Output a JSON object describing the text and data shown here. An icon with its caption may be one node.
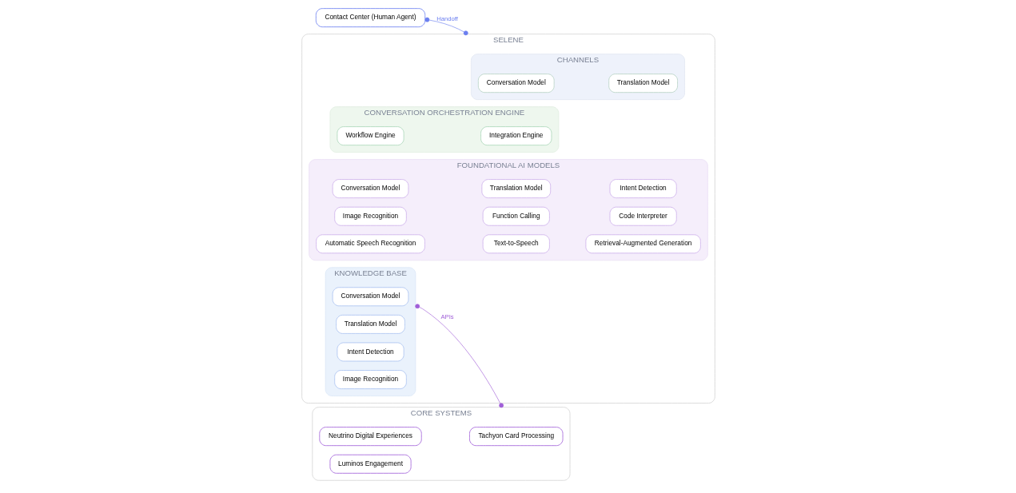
{
  "diagram": {
    "nodes": [
      {
        "text": [
          "Contact Center (Human Agent)"
        ]
      },
      {
        "text": [
          "SELENE"
        ]
      },
      {
        "text": [
          "CHANNELS"
        ],
        "in": 1
      },
      {
        "text": [
          "Conversation Model"
        ],
        "in": 2
      },
      {
        "text": [
          "Translation Model"
        ],
        "in": 2
      },
      {
        "text": [
          "CONVERSATION ORCHESTRATION ENGINE"
        ],
        "in": 1
      },
      {
        "text": [
          "Workflow Engine"
        ],
        "in": 5
      },
      {
        "text": [
          "Integration Engine"
        ],
        "in": 5
      },
      {
        "text": [
          "FOUNDATIONAL AI MODELS"
        ],
        "in": 1
      },
      {
        "text": [
          "Conversation Model"
        ],
        "in": 8
      },
      {
        "text": [
          "Translation Model"
        ],
        "in": 8
      },
      {
        "text": [
          "Intent Detection"
        ],
        "in": 8
      },
      {
        "text": [
          "Image Recognition"
        ],
        "in": 8
      },
      {
        "text": [
          "Function Calling"
        ],
        "in": 8
      },
      {
        "text": [
          "Code Interpreter"
        ],
        "in": 8
      },
      {
        "text": [
          "Automatic Speech Recognition"
        ],
        "in": 8
      },
      {
        "text": [
          "Text-to-Speech"
        ],
        "in": 8
      },
      {
        "text": [
          "Retrieval-Augmented Generation"
        ],
        "in": 8
      },
      {
        "text": [
          "KNOWLEDGE BASE"
        ],
        "in": 1
      },
      {
        "text": [
          "Conversation Model"
        ],
        "in": 18
      },
      {
        "text": [
          "Translation Model"
        ],
        "in": 18
      },
      {
        "text": [
          "Intent Detection"
        ],
        "in": 18
      },
      {
        "text": [
          "Image Recognition"
        ],
        "in": 18
      },
      {
        "text": [
          "CORE SYSTEMS"
        ]
      },
      {
        "text": [
          "Tachyon Card Processing"
        ],
        "in": 23
      },
      {
        "text": [
          "Neutrino Digital Experiences"
        ],
        "in": 23
      },
      {
        "text": [
          "Luminos Engagement"
        ],
        "in": 23
      }
    ],
    "edges": [
      {
        "from": 0,
        "to": 1,
        "arrow": "other",
        "label": "Handoff",
        "color": "#6b7ff0"
      },
      {
        "from": 18,
        "to": 23,
        "arrow": "other",
        "label": "APIs",
        "color": "#a05fd8"
      }
    ]
  }
}
